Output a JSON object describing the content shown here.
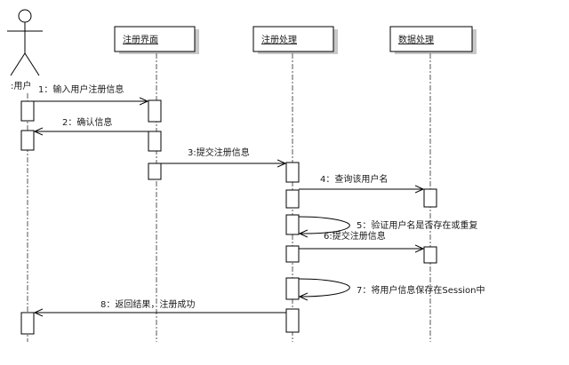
{
  "actor": {
    "label": ":用户"
  },
  "objects": [
    {
      "id": "ui",
      "label": "注册界面"
    },
    {
      "id": "proc",
      "label": "注册处理"
    },
    {
      "id": "data",
      "label": "数据处理"
    }
  ],
  "messages": [
    {
      "num": "1",
      "text": "1：输入用户注册信息",
      "from": "actor",
      "to": "ui"
    },
    {
      "num": "2",
      "text": "2：确认信息",
      "from": "ui",
      "to": "actor"
    },
    {
      "num": "3",
      "text": "3:提交注册信息",
      "from": "ui",
      "to": "proc"
    },
    {
      "num": "4",
      "text": "4：查询该用户名",
      "from": "proc",
      "to": "data"
    },
    {
      "num": "5",
      "text": "5：验证用户名是否存在或重复",
      "from": "proc",
      "to": "proc"
    },
    {
      "num": "6",
      "text": "6:提交注册信息",
      "from": "proc",
      "to": "data"
    },
    {
      "num": "7",
      "text": "7：将用户信息保存在Session中",
      "from": "proc",
      "to": "proc"
    },
    {
      "num": "8",
      "text": "8：返回结果，注册成功",
      "from": "proc",
      "to": "actor"
    }
  ]
}
